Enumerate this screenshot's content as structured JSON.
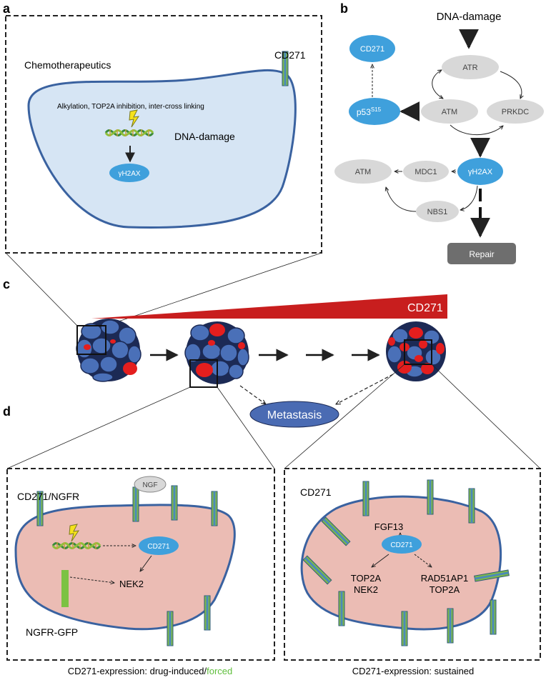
{
  "panel_letters": {
    "a": "a",
    "b": "b",
    "c": "c",
    "d": "d"
  },
  "panel_a": {
    "chemo_label": "Chemotherapeutics",
    "receptor_label": "CD271",
    "mechanisms": "Alkylation, TOP2A inhibition, inter-cross linking",
    "dna_damage_label": "DNA-damage",
    "gh2ax_label": "γH2AX"
  },
  "panel_b": {
    "title": "DNA-damage",
    "nodes": {
      "cd271": "CD271",
      "p53": "p53",
      "p53_sup": "S15",
      "atr": "ATR",
      "atm": "ATM",
      "prkdc": "PRKDC",
      "gh2ax": "γH2AX",
      "mdc1": "MDC1",
      "atm2": "ATM",
      "nbs1": "NBS1",
      "repair": "Repair"
    }
  },
  "panel_c": {
    "gradient_label": "CD271",
    "metastasis_label": "Metastasis"
  },
  "panel_d": {
    "left": {
      "title": "CD271/NGFR",
      "ngf": "NGF",
      "cd271": "CD271",
      "nek2": "NEK2",
      "gfp_label": "NGFR-GFP",
      "caption_main": "CD271-expression: drug-induced/",
      "caption_forced": "forced"
    },
    "right": {
      "title": "CD271",
      "fgf13": "FGF13",
      "cd271": "CD271",
      "targets_left": [
        "TOP2A",
        "NEK2"
      ],
      "targets_right": [
        "RAD51AP1",
        "TOP2A"
      ],
      "caption": "CD271-expression: sustained"
    }
  },
  "colors": {
    "blue_node": "#3fa0dc",
    "grey_node": "#d8d8d8",
    "repair_box": "#6e6e6e",
    "cell_blue": "#d6e5f4",
    "cell_pink": "#ebbcb4",
    "cell_outline": "#3a62a0",
    "tumor_cell": "#4a70b8",
    "tumor_red": "#e41e1e",
    "gradient_red": "#c81e1e",
    "metastasis": "#4a6bb3",
    "forced_green": "#5fbe3c",
    "gfp_green": "#7cc243"
  }
}
